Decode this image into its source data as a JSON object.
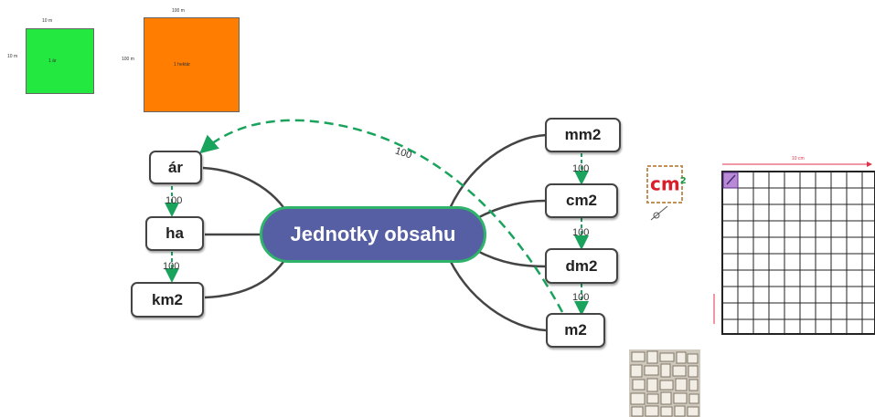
{
  "central_topic": "Jednotky obsahu",
  "left_units": [
    "ár",
    "ha",
    "km2"
  ],
  "right_units": [
    "mm2",
    "cm2",
    "dm2",
    "m2"
  ],
  "factors": {
    "ar_ha": "100",
    "ha_km2": "100",
    "mm2_cm2": "100",
    "cm2_dm2": "100",
    "dm2_m2": "100",
    "m2_ar": "100"
  },
  "square_are": {
    "top_label": "10 m",
    "side_label": "10 m",
    "center_label": "1 ár",
    "color": "#22e83f"
  },
  "square_hectare": {
    "top_label": "100 m",
    "side_label": "100 m",
    "center_label": "1 hektár",
    "color": "#ff7d00"
  },
  "cm2_sticker": {
    "text": "cm",
    "exponent": "2"
  },
  "grid": {
    "top_label": "10 cm",
    "rows": 10,
    "cols": 10
  },
  "colors": {
    "node_fill": "#565fa3",
    "accent": "#2fb36a",
    "arrow": "#1aa35c",
    "line": "#444444",
    "grid_red": "#e0324a"
  }
}
